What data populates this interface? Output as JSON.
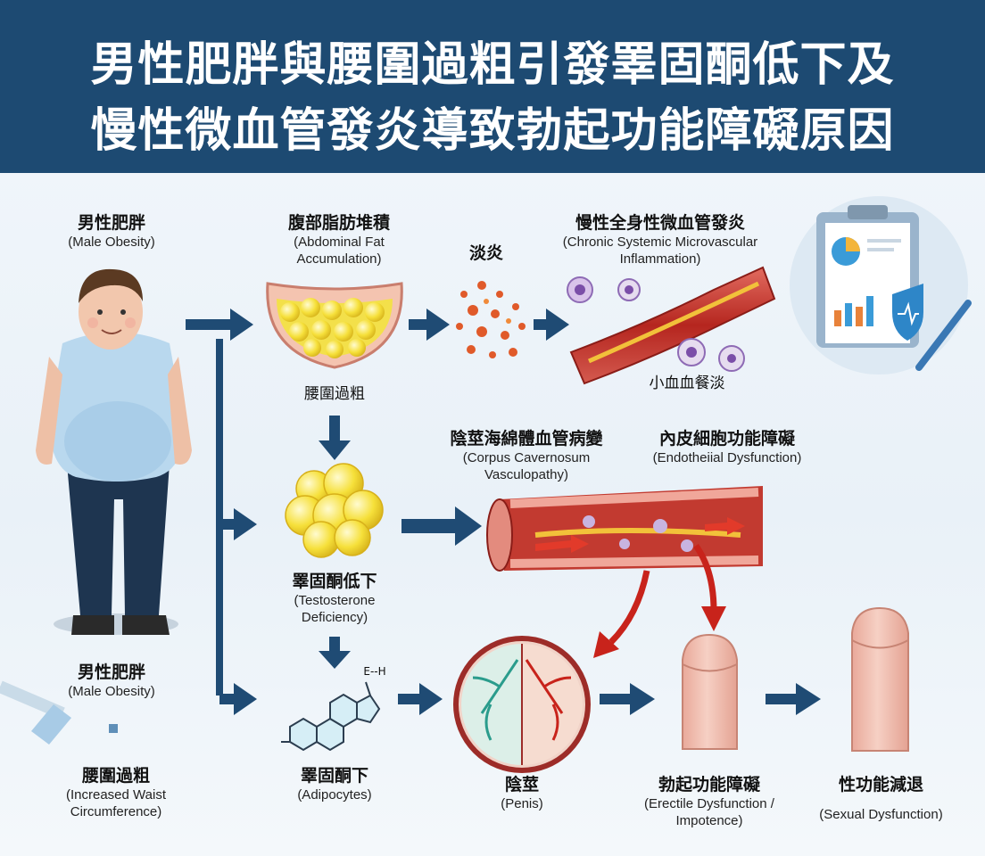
{
  "title": {
    "line1": "男性肥胖與腰圍過粗引發睪固酮低下及",
    "line2": "慢性微血管發炎導致勃起功能障礙原因"
  },
  "labels": {
    "male_obesity_top": {
      "zh": "男性肥胖",
      "en": "(Male Obesity)"
    },
    "abdominal_fat": {
      "zh": "腹部脂肪堆積",
      "en1": "(Abdominal Fat",
      "en2": "Accumulation)"
    },
    "inflammation_short": {
      "zh": "淡炎"
    },
    "chronic_inflammation": {
      "zh": "慢性全身性微血管發炎",
      "en1": "(Chronic Systemic Microvascular",
      "en2": "Inflammation)"
    },
    "small_vessel": {
      "zh": "小血血餐淡"
    },
    "waist_short": {
      "zh": "腰圍過粗"
    },
    "corpus": {
      "zh": "陰莖海綿體血管病變",
      "en1": "(Corpus Cavernosum",
      "en2": "Vasculopathy)"
    },
    "endothelial": {
      "zh": "內皮細胞功能障礙",
      "en": "(Endotheiial Dysfunction)"
    },
    "testosterone": {
      "zh": "睪固酮低下",
      "en1": "(Testosterone",
      "en2": "Deficiency)"
    },
    "male_obesity_mid": {
      "zh": "男性肥胖",
      "en": "(Male Obesity)"
    },
    "waist": {
      "zh": "腰圍過粗",
      "en1": "(Increased Waist",
      "en2": "Circumference)"
    },
    "adipocytes": {
      "zh": "睪固酮下",
      "en": "(Adipocytes)"
    },
    "penis": {
      "zh": "陰莖",
      "en": "(Penis)"
    },
    "ed": {
      "zh": "勃起功能障礙",
      "en1": "(Erectile Dysfunction /",
      "en2": "Impotence)"
    },
    "sexual": {
      "zh": "性功能減退",
      "en": "(Sexual Dysfunction)"
    },
    "molecule_label": "E--H"
  }
}
